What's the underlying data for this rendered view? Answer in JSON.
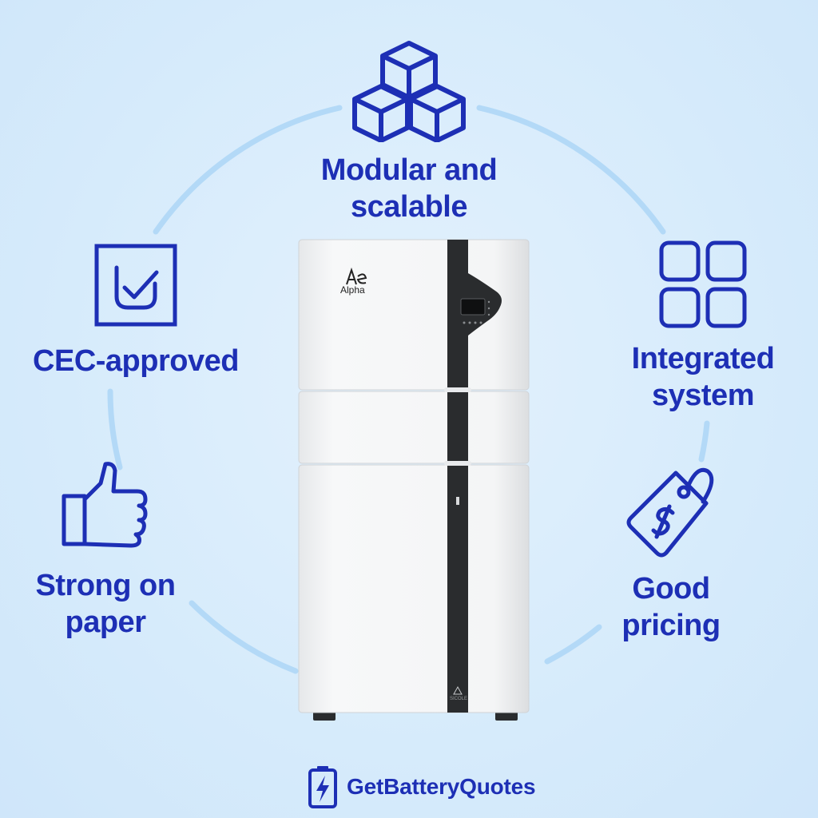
{
  "features": {
    "modular": {
      "label": "Modular and\nscalable",
      "icon": "cubes-icon"
    },
    "cec": {
      "label": "CEC-approved",
      "icon": "checkbox-icon"
    },
    "integrated": {
      "label": "Integrated\nsystem",
      "icon": "grid-squares-icon"
    },
    "strong": {
      "label": "Strong on\npaper",
      "icon": "thumbs-up-icon"
    },
    "pricing": {
      "label": "Good\npricing",
      "icon": "price-tag-icon"
    }
  },
  "product": {
    "logo_text": "Alpha",
    "model_badge": "SICOLE"
  },
  "brand": {
    "name": "GetBatteryQuotes",
    "icon": "battery-bolt-icon"
  },
  "colors": {
    "accent": "#1d2fb5",
    "background": "#d6ebfb",
    "ring": "#a9d3f5",
    "product_body": "#f2f3f4",
    "product_stripe": "#2a2c2e"
  }
}
